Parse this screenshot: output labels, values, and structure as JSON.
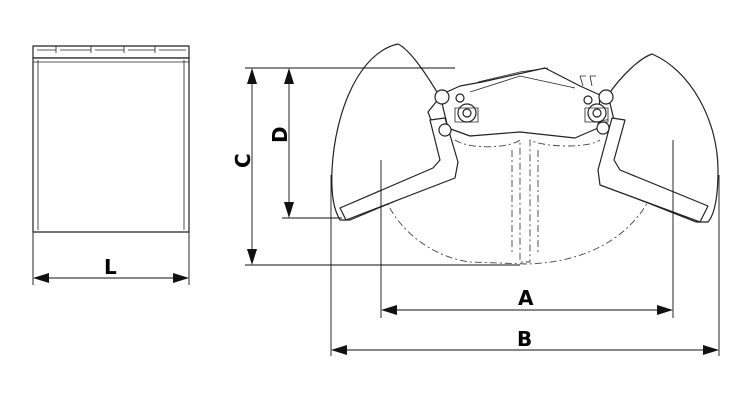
{
  "labels": {
    "length": "L",
    "a": "A",
    "b": "B",
    "c": "C",
    "d": "D"
  }
}
